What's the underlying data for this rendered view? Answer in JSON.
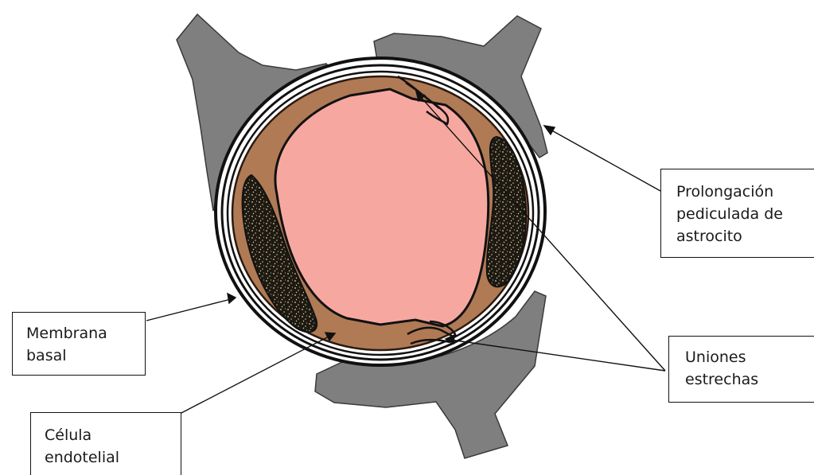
{
  "labels": {
    "astrocyte_process": "Prolongación\npediculada de\nastrocito",
    "basal_membrane": "Membrana\nbasal",
    "endothelial_cell": "Célula\nendotelial",
    "tight_junctions": "Uniones\nestrechas"
  },
  "colors": {
    "astrocyte": "#7f7f7f",
    "astrocyte_outline": "#3a3a3a",
    "endothelium": "#b07a55",
    "lumen": "#f6a8a0",
    "nucleus": "#1e1a12",
    "membrane": "#111111",
    "background": "#ffffff"
  }
}
